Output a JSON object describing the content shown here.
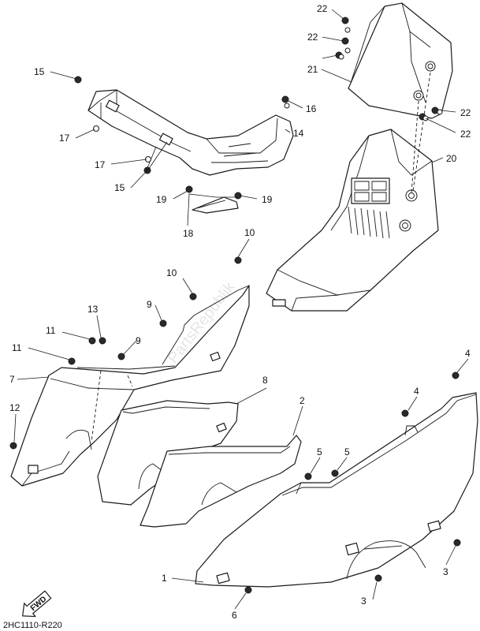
{
  "watermark": "PartsRepublik",
  "diagram_code": "2HC1110-R220",
  "fwd_label": "FWD",
  "callouts": {
    "c1": "1",
    "c2": "2",
    "c3a": "3",
    "c3b": "3",
    "c4a": "4",
    "c4b": "4",
    "c5a": "5",
    "c5b": "5",
    "c6": "6",
    "c7": "7",
    "c8": "8",
    "c9a": "9",
    "c9b": "9",
    "c10a": "10",
    "c10b": "10",
    "c11a": "11",
    "c11b": "11",
    "c12": "12",
    "c13": "13",
    "c14": "14",
    "c15a": "15",
    "c15b": "15",
    "c16": "16",
    "c17a": "17",
    "c17b": "17",
    "c18": "18",
    "c19a": "19",
    "c19b": "19",
    "c20": "20",
    "c21": "21",
    "c22a": "22",
    "c22b": "22",
    "c22c": "22",
    "c22d": "22"
  }
}
